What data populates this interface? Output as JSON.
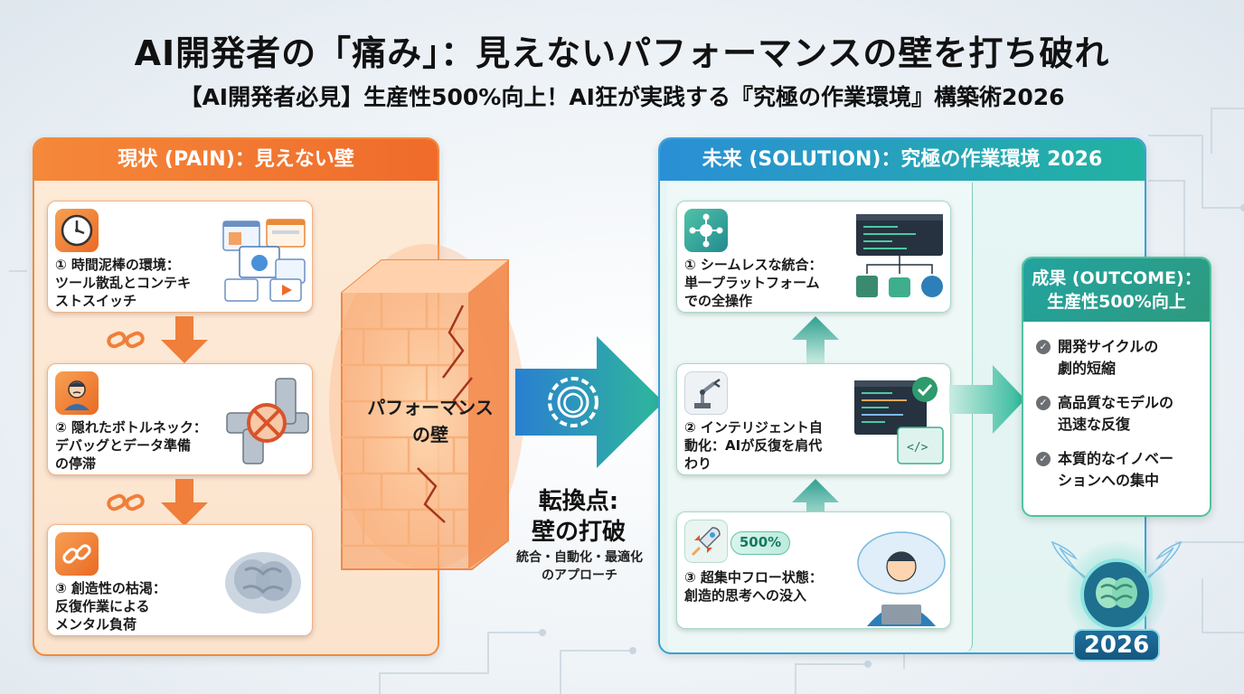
{
  "title": "AI開発者の「痛み」：見えないパフォーマンスの壁を打ち破れ",
  "subtitle": "【AI開発者必見】生産性500%向上！AI狂が実践する『究極の作業環境』構築術2026",
  "pain": {
    "header": "現状 (PAIN)：見えない壁",
    "items": [
      {
        "lines": [
          "① 時間泥棒の環境：",
          "ツール散乱とコンテキ",
          "ストスイッチ"
        ],
        "icon": "clock-icon"
      },
      {
        "lines": [
          "② 隠れたボトルネック：",
          "デバッグとデータ準備",
          "の停滞"
        ],
        "icon": "frustrated-person-icon"
      },
      {
        "lines": [
          "③ 創造性の枯渇：",
          "反復作業による",
          "メンタル負荷"
        ],
        "icon": "broken-chain-icon"
      }
    ]
  },
  "wall": {
    "lines": [
      "パフォーマンス",
      "の壁"
    ]
  },
  "turning_point": {
    "title_lines": [
      "転換点:",
      "壁の打破"
    ],
    "sub_lines": [
      "統合・自動化・最適化",
      "のアプローチ"
    ]
  },
  "solution": {
    "header": "未来 (SOLUTION)：究極の作業環境 2026",
    "items": [
      {
        "lines": [
          "① シームレスな統合：",
          "単一プラットフォーム",
          "での全操作"
        ],
        "icon": "network-hub-icon"
      },
      {
        "lines": [
          "② インテリジェント自",
          "動化：AIが反復を肩代",
          "わり"
        ],
        "icon": "robot-arm-icon"
      },
      {
        "lines": [
          "③ 超集中フロー状態：",
          "創造的思考への没入"
        ],
        "icon": "rocket-icon"
      }
    ],
    "badge_500": "500%"
  },
  "outcome": {
    "header_lines": [
      "成果 (OUTCOME)：",
      "生産性500%向上"
    ],
    "items": [
      {
        "lines": [
          "開発サイクルの",
          "劇的短縮"
        ]
      },
      {
        "lines": [
          "高品質なモデルの",
          "迅速な反復"
        ]
      },
      {
        "lines": [
          "本質的なイノベー",
          "ションへの集中"
        ]
      }
    ]
  },
  "badge_year": "2026",
  "colors": {
    "pain_orange": "#ef6b2a",
    "solution_blue": "#2a8fd6",
    "solution_teal": "#22b3a1",
    "outcome_green": "#2e9a7e"
  }
}
